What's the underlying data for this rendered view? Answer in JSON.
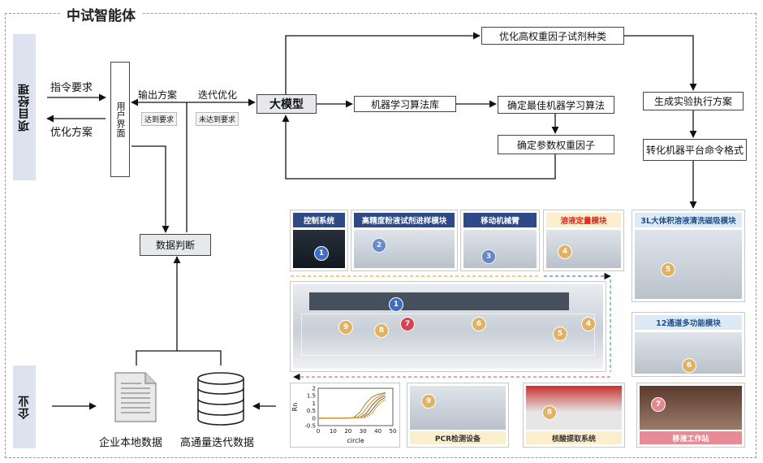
{
  "title": "中试智能体",
  "side_labels": {
    "top": "项目经理",
    "bottom": "企业"
  },
  "left_flow": {
    "instruction": "指令要求",
    "optimized_plan": "优化方案"
  },
  "user_interface": "用户界面",
  "ui_flow": {
    "output_plan": "输出方案",
    "iterate": "迭代优化",
    "met": "达到要求",
    "not_met": "未达到要求"
  },
  "big_model": "大模型",
  "boxes": {
    "ml_lib": "机器学习算法库",
    "best_ml": "确定最佳机器学习算法",
    "param_weight": "确定参数权重因子",
    "optimize_reagent": "优化高权重因子试剂种类",
    "gen_plan": "生成实验执行方案",
    "convert_cmd": "转化机器平台命令格式",
    "data_judge": "数据判断"
  },
  "data_sources": {
    "local": "企业本地数据",
    "throughput": "高通量迭代数据"
  },
  "modules": {
    "control": "控制系统",
    "powder": "高精度粉液试剂进样模块",
    "arm": "移动机械臂",
    "quant": "溶液定量模块",
    "clean": "3L大体积溶液清洗磁吸模块",
    "multi": "12通道多功能模块",
    "pcr": "PCR检测设备",
    "extract": "核酸提取系统",
    "pipette": "移液工作站"
  },
  "numbers": [
    "1",
    "2",
    "3",
    "4",
    "5",
    "6",
    "7",
    "8",
    "9"
  ],
  "plot": {
    "ylabel": "Rn",
    "xlabel": "circle",
    "xticks": [
      "0",
      "10",
      "20",
      "30",
      "40",
      "50"
    ],
    "yticks": [
      "2",
      "1.5",
      "1",
      "0.5",
      "0",
      "-0.5"
    ]
  },
  "chart_data": {
    "type": "line",
    "xlabel": "circle",
    "ylabel": "Rn",
    "xlim": [
      0,
      50
    ],
    "ylim": [
      -0.5,
      2
    ],
    "series_colors": [
      "#7a8d3b",
      "#d8881f",
      "#c33b2d",
      "#3a7d3a",
      "#e6a03c"
    ],
    "series": [
      {
        "x": [
          0,
          10,
          20,
          24,
          28,
          32,
          36,
          40,
          45
        ],
        "values": [
          0,
          0,
          0,
          0.05,
          0.4,
          1.0,
          1.4,
          1.6,
          1.7
        ]
      },
      {
        "x": [
          0,
          10,
          20,
          26,
          30,
          34,
          38,
          42,
          45
        ],
        "values": [
          0,
          0,
          0,
          0.05,
          0.35,
          0.9,
          1.3,
          1.55,
          1.65
        ]
      },
      {
        "x": [
          0,
          10,
          20,
          28,
          32,
          36,
          40,
          43,
          45
        ],
        "values": [
          0,
          0,
          0,
          0.05,
          0.3,
          0.85,
          1.25,
          1.45,
          1.5
        ]
      },
      {
        "x": [
          0,
          10,
          20,
          30,
          34,
          38,
          41,
          44,
          45
        ],
        "values": [
          0,
          0,
          0,
          0.05,
          0.3,
          0.8,
          1.15,
          1.35,
          1.4
        ]
      },
      {
        "x": [
          0,
          10,
          20,
          32,
          36,
          39,
          42,
          44,
          45
        ],
        "values": [
          0,
          0,
          0,
          0.05,
          0.3,
          0.75,
          1.05,
          1.2,
          1.25
        ]
      }
    ]
  }
}
